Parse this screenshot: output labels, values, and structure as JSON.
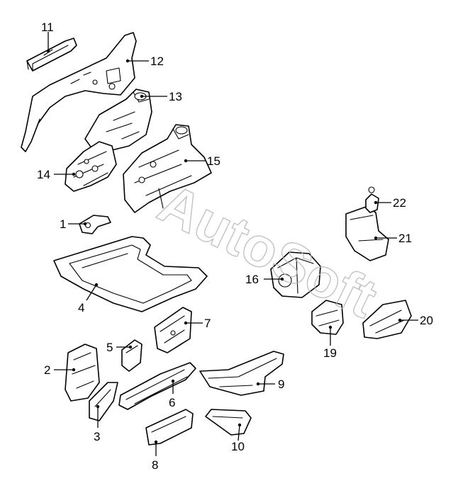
{
  "watermark": {
    "text": "AutoSoft"
  },
  "callouts": [
    "1",
    "2",
    "3",
    "4",
    "5",
    "6",
    "7",
    "8",
    "9",
    "10",
    "11",
    "12",
    "13",
    "14",
    "15",
    "16",
    "19",
    "20",
    "21",
    "22"
  ]
}
